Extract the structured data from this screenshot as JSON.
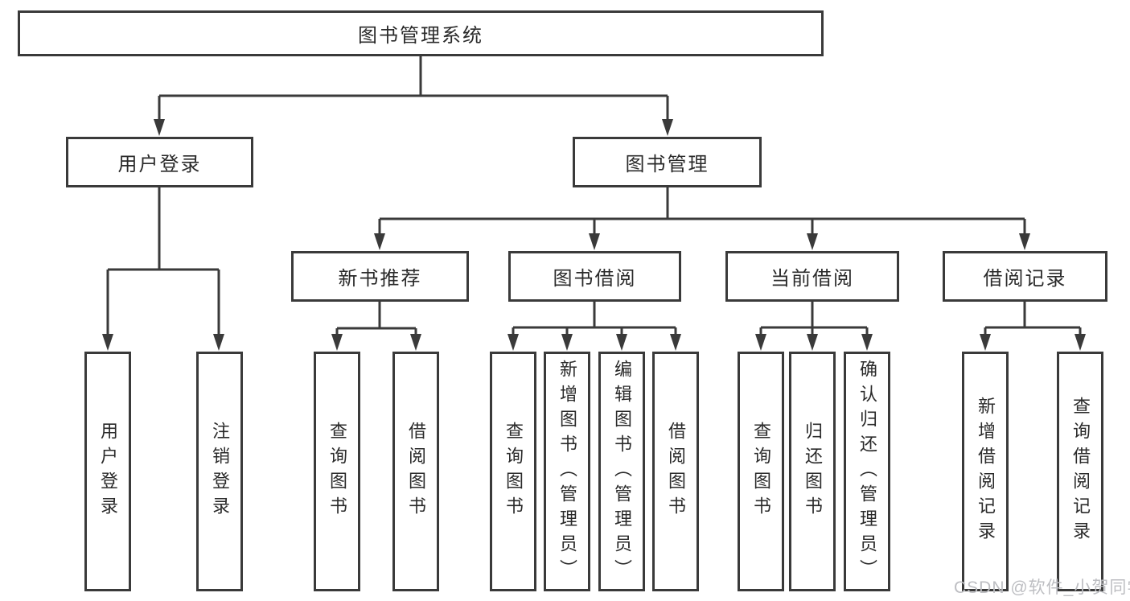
{
  "diagram": {
    "root": {
      "label": "图书管理系统"
    },
    "level2": [
      {
        "id": "user-login",
        "label": "用户登录",
        "parent": "图书管理系统"
      },
      {
        "id": "book-management",
        "label": "图书管理",
        "parent": "图书管理系统"
      }
    ],
    "level3": [
      {
        "id": "new-book-recommend",
        "label": "新书推荐",
        "parent": "图书管理"
      },
      {
        "id": "book-borrowing",
        "label": "图书借阅",
        "parent": "图书管理"
      },
      {
        "id": "current-borrowing",
        "label": "当前借阅",
        "parent": "图书管理"
      },
      {
        "id": "borrowing-records",
        "label": "借阅记录",
        "parent": "图书管理"
      }
    ],
    "leaves": {
      "user_login": [
        {
          "label": "用户登录"
        },
        {
          "label": "注销登录"
        }
      ],
      "new_book_recommend": [
        {
          "label": "查询图书"
        },
        {
          "label": "借阅图书"
        }
      ],
      "book_borrowing": [
        {
          "label": "查询图书"
        },
        {
          "label": "新增图书（管理员）"
        },
        {
          "label": "编辑图书（管理员）"
        },
        {
          "label": "借阅图书"
        }
      ],
      "current_borrowing": [
        {
          "label": "查询图书"
        },
        {
          "label": "归还图书"
        },
        {
          "label": "确认归还（管理员）"
        }
      ],
      "borrowing_records": [
        {
          "label": "新增借阅记录"
        },
        {
          "label": "查询借阅记录"
        }
      ]
    },
    "watermark": "CSDN @软件_小贺同学",
    "colors": {
      "line": "#3a3a3a",
      "text": "#2a2a2a",
      "box_background": "#ffffff",
      "background": "#ffffff",
      "watermark": "#bdbec2"
    }
  }
}
